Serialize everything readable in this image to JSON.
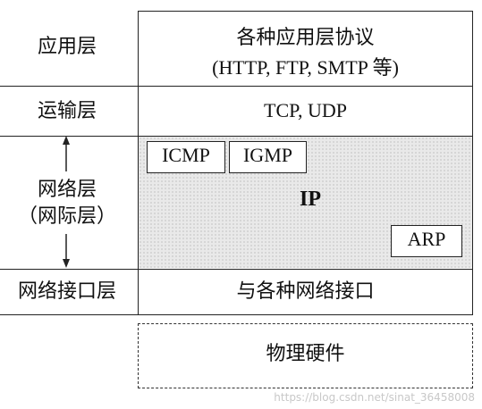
{
  "layers": {
    "application": {
      "label": "应用层",
      "content_line1": "各种应用层协议",
      "content_line2": "(HTTP, FTP, SMTP 等)"
    },
    "transport": {
      "label": "运输层",
      "content": "TCP, UDP"
    },
    "network": {
      "label_line1": "网络层",
      "label_line2": "（网际层）",
      "protocol_main": "IP",
      "protocol_icmp": "ICMP",
      "protocol_igmp": "IGMP",
      "protocol_arp": "ARP"
    },
    "interface": {
      "label": "网络接口层",
      "content": "与各种网络接口"
    },
    "physical": {
      "content": "物理硬件"
    }
  },
  "watermark": "https://blog.csdn.net/sinat_36458008"
}
